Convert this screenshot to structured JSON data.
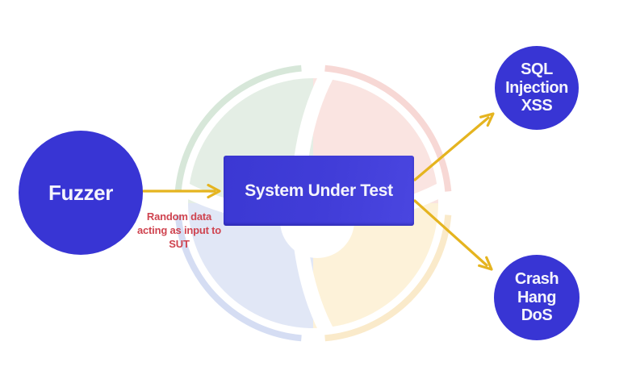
{
  "nodes": {
    "fuzzer": {
      "label": "Fuzzer",
      "shape": "circle"
    },
    "sut": {
      "label": "System Under Test",
      "shape": "rectangle"
    },
    "findings_top": {
      "label": "SQL\nInjection\nXSS",
      "shape": "circle"
    },
    "findings_bottom": {
      "label": "Crash\nHang\nDoS",
      "shape": "circle"
    }
  },
  "edges": [
    {
      "from": "fuzzer",
      "to": "sut",
      "caption": "Random data\nacting as input to\nSUT"
    },
    {
      "from": "sut",
      "to": "findings_top",
      "caption": ""
    },
    {
      "from": "sut",
      "to": "findings_bottom",
      "caption": ""
    }
  ],
  "watermark": {
    "icon": "four-color-swirl-logo-watermark"
  },
  "colors": {
    "node-blue": "#3835d4",
    "arrow-color": "#e5b41f",
    "caption-red": "#cf4450",
    "wm-green": "#e3eee4",
    "wm-pink": "#fae3e0",
    "wm-blue": "#e0e6f6",
    "wm-yellow": "#fdf2d7",
    "wm-green-arc": "#d5e6d8",
    "wm-pink-arc": "#f7d6d3",
    "wm-blue-arc": "#d3dcf3",
    "wm-yellow-arc": "#fae9c8"
  }
}
